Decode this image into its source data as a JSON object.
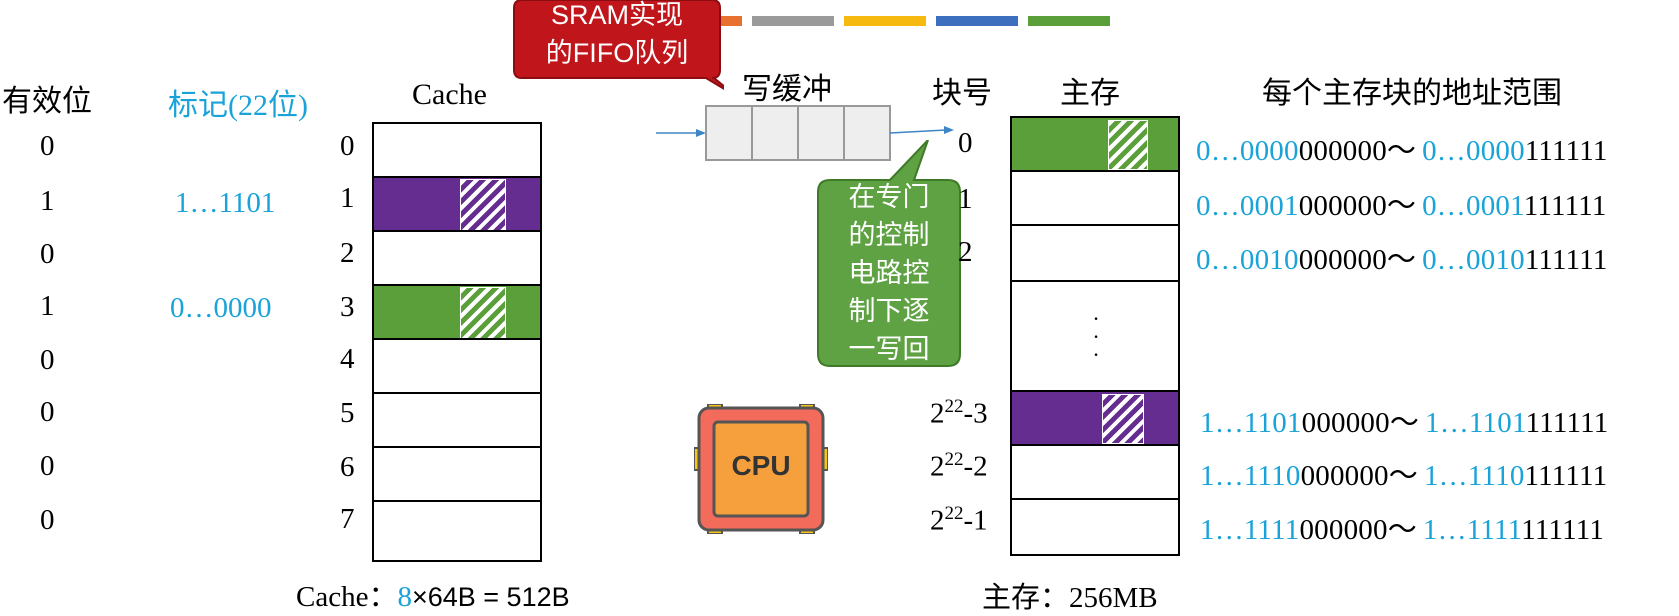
{
  "legend_colors": [
    "#e8712f",
    "#9a9a9a",
    "#f5b90f",
    "#3d6fbf",
    "#5a9f3a"
  ],
  "callout_sram": {
    "line1": "SRAM实现",
    "line2": "的FIFO队列"
  },
  "callout_ctrl": {
    "lines": [
      "在专门",
      "的控制",
      "电路控",
      "制下逐",
      "一写回"
    ]
  },
  "headers": {
    "valid": "有效位",
    "tag": "标记(22位)",
    "cache": "Cache",
    "write_buffer": "写缓冲",
    "block_no": "块号",
    "main_mem": "主存",
    "addr_range": "每个主存块的地址范围"
  },
  "cache": {
    "valid_bits": [
      "0",
      "1",
      "0",
      "1",
      "0",
      "0",
      "0",
      "0"
    ],
    "tags": [
      "",
      "1…1101",
      "",
      "0…0000",
      "",
      "",
      "",
      ""
    ],
    "line_numbers": [
      "0",
      "1",
      "2",
      "3",
      "4",
      "5",
      "6",
      "7"
    ],
    "line_colors": [
      "white",
      "purple",
      "white",
      "green",
      "white",
      "white",
      "white",
      "white"
    ],
    "caption_prefix": "Cache：",
    "caption_count": "8",
    "caption_rest": "×64B = 512B"
  },
  "cpu_label": "CPU",
  "memory": {
    "block_numbers": [
      "0",
      "1",
      "2",
      "",
      "2²²-3",
      "2²²-2",
      "2²²-1"
    ],
    "exp_base": "2",
    "exp_sup": "22",
    "exp_suffixes": [
      "-3",
      "-2",
      "-1"
    ],
    "ellipsis": "·  ·  ·",
    "caption": "主存：256MB",
    "addresses": [
      {
        "hi1": "0…0000",
        "lo1": "000000",
        "tilde": "～",
        "hi2": "0…0000",
        "lo2": "111111"
      },
      {
        "hi1": "0…0001",
        "lo1": "000000",
        "tilde": "～",
        "hi2": "0…0001",
        "lo2": "111111"
      },
      {
        "hi1": "0…0010",
        "lo1": "000000",
        "tilde": "～",
        "hi2": "0…0010",
        "lo2": "111111"
      },
      {
        "hi1": "1…1101",
        "lo1": "000000",
        "tilde": "～",
        "hi2": "1…1101",
        "lo2": "111111"
      },
      {
        "hi1": "1…1110",
        "lo1": "000000",
        "tilde": "～",
        "hi2": "1…1110",
        "lo2": "111111"
      },
      {
        "hi1": "1…1111",
        "lo1": "000000",
        "tilde": "～",
        "hi2": "1…1111",
        "lo2": "111111"
      }
    ]
  }
}
